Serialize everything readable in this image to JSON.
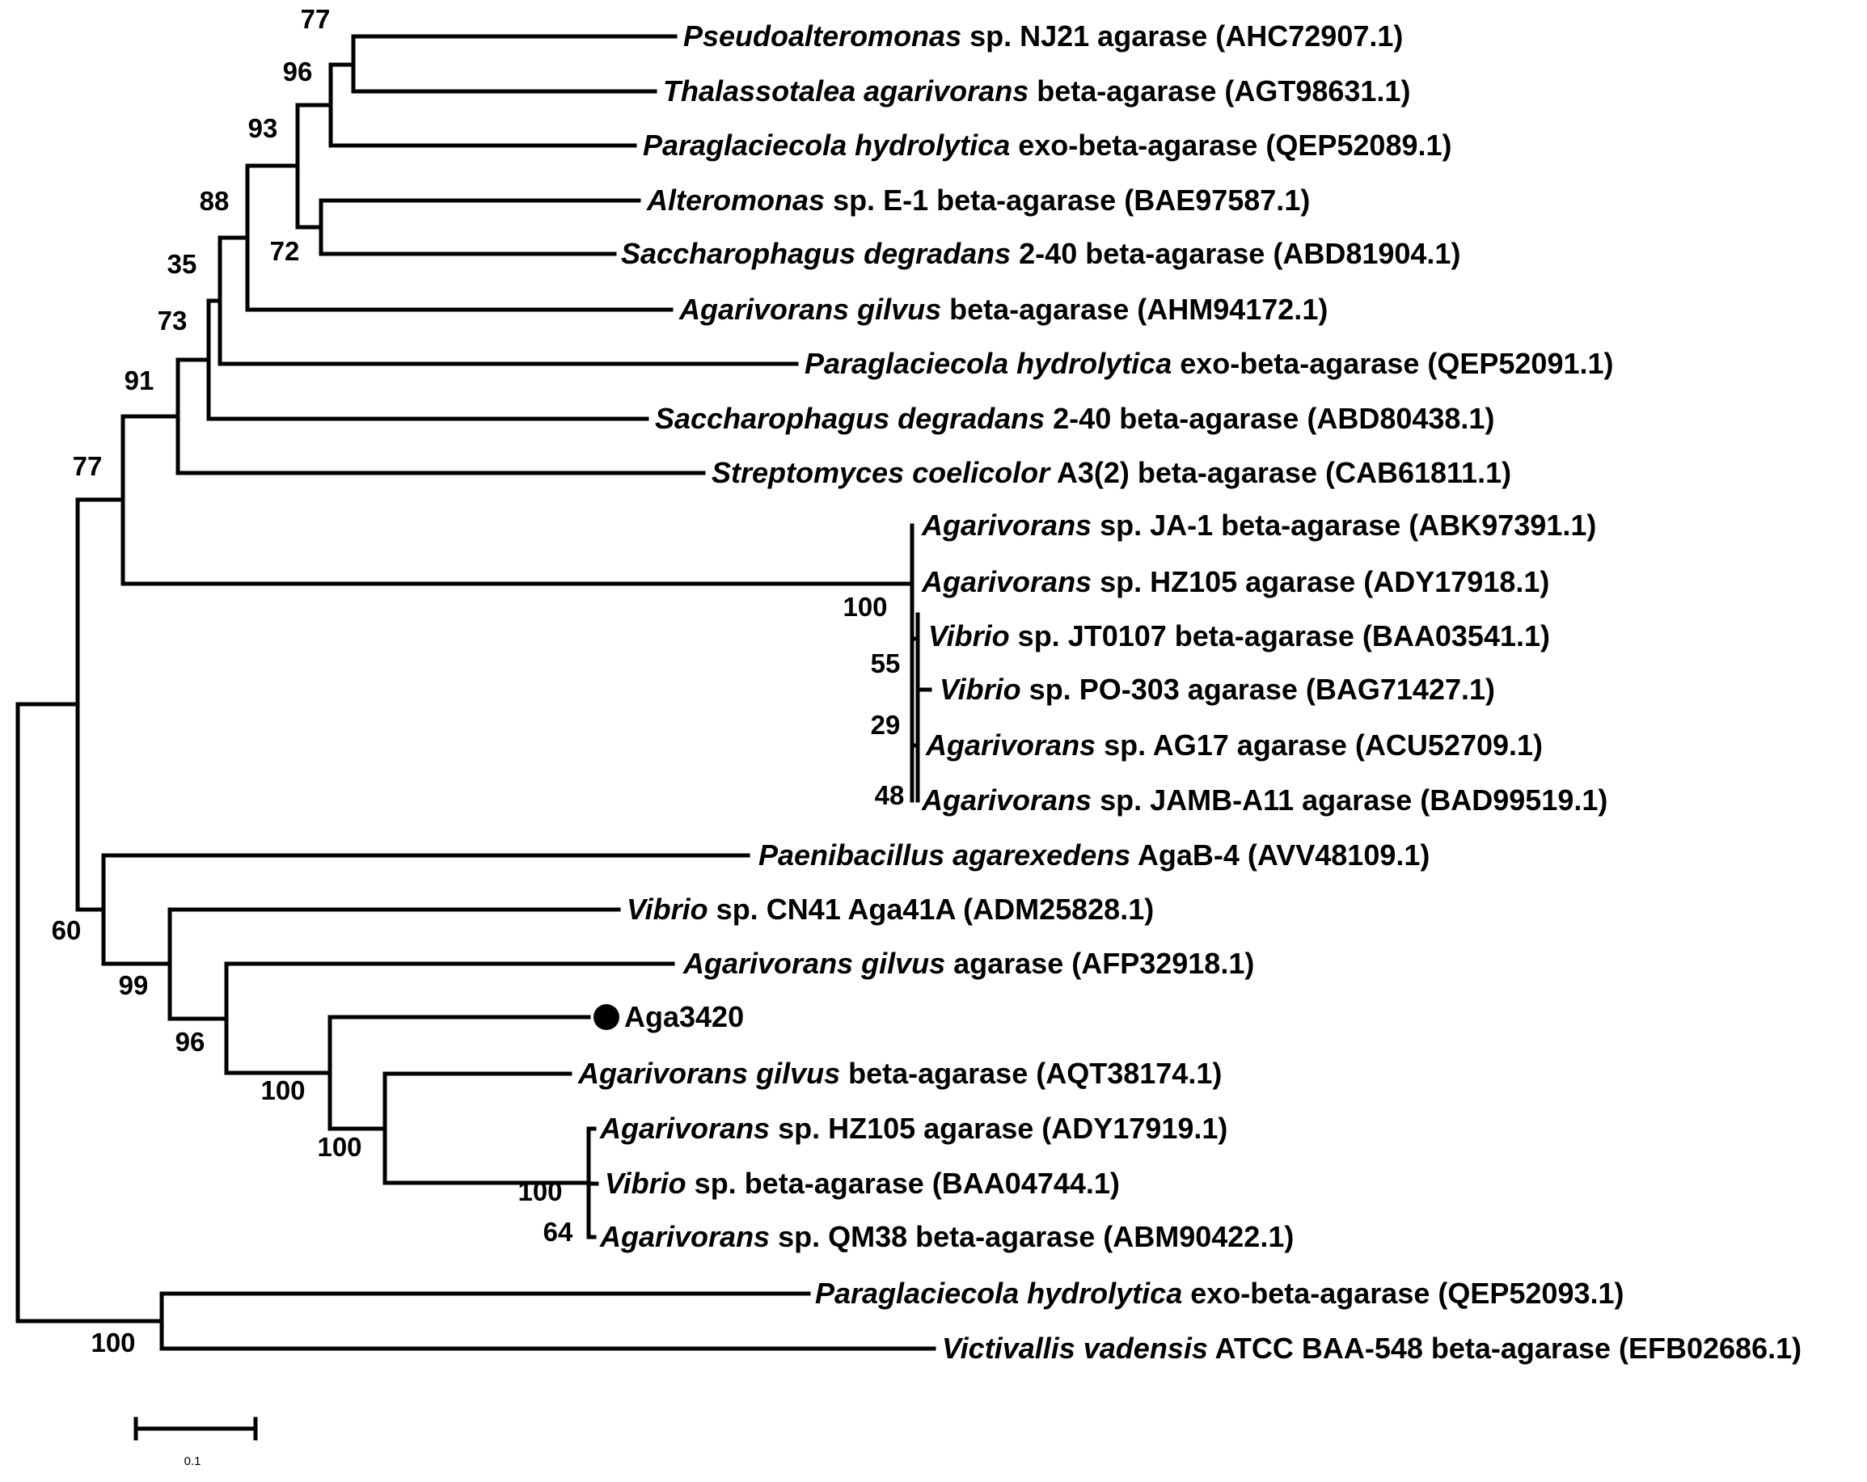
{
  "taxa": [
    {
      "genus": "Pseudoalteromonas",
      "rest": "sp. NJ21 agarase (AHC72907.1)"
    },
    {
      "genus": "Thalassotalea agarivorans",
      "rest": "beta-agarase (AGT98631.1)"
    },
    {
      "genus": "Paraglaciecola hydrolytica",
      "rest": "exo-beta-agarase (QEP52089.1)"
    },
    {
      "genus": "Alteromonas",
      "rest": "sp. E-1 beta-agarase (BAE97587.1)"
    },
    {
      "genus": "Saccharophagus degradans",
      "rest": "2-40 beta-agarase (ABD81904.1)"
    },
    {
      "genus": "Agarivorans gilvus",
      "rest": "beta-agarase (AHM94172.1)"
    },
    {
      "genus": "Paraglaciecola hydrolytica",
      "rest": "exo-beta-agarase (QEP52091.1)"
    },
    {
      "genus": "Saccharophagus degradans",
      "rest": "2-40 beta-agarase (ABD80438.1)"
    },
    {
      "genus": "Streptomyces coelicolor",
      "rest": "A3(2) beta-agarase (CAB61811.1)"
    },
    {
      "genus": "Agarivorans",
      "rest": "sp. JA-1 beta-agarase (ABK97391.1)"
    },
    {
      "genus": "Agarivorans",
      "rest": "sp. HZ105 agarase (ADY17918.1)"
    },
    {
      "genus": "Vibrio",
      "rest": "sp. JT0107 beta-agarase (BAA03541.1)"
    },
    {
      "genus": "Vibrio",
      "rest": "sp. PO-303 agarase (BAG71427.1)"
    },
    {
      "genus": "Agarivorans",
      "rest": "sp. AG17 agarase (ACU52709.1)"
    },
    {
      "genus": "Agarivorans",
      "rest": "sp. JAMB-A11 agarase (BAD99519.1)"
    },
    {
      "genus": "Paenibacillus agarexedens",
      "rest": "AgaB-4 (AVV48109.1)"
    },
    {
      "genus": "Vibrio",
      "rest": "sp. CN41 Aga41A (ADM25828.1)"
    },
    {
      "genus": "Agarivorans gilvus",
      "rest": "agarase (AFP32918.1)"
    },
    {
      "genus": "",
      "rest": "Aga3420",
      "marker": "filled-circle"
    },
    {
      "genus": "Agarivorans gilvus",
      "rest": "beta-agarase (AQT38174.1)"
    },
    {
      "genus": "Agarivorans",
      "rest": "sp. HZ105 agarase (ADY17919.1)"
    },
    {
      "genus": "Vibrio",
      "rest": "sp. beta-agarase (BAA04744.1)"
    },
    {
      "genus": "Agarivorans",
      "rest": "sp. QM38 beta-agarase (ABM90422.1)"
    },
    {
      "genus": "Paraglaciecola hydrolytica",
      "rest": "exo-beta-agarase (QEP52093.1)"
    },
    {
      "genus": "Victivallis vadensis",
      "rest": "ATCC BAA-548 beta-agarase (EFB02686.1)"
    }
  ],
  "bootstrap": [
    "77",
    "96",
    "93",
    "88",
    "72",
    "35",
    "73",
    "91",
    "77",
    "100",
    "55",
    "29",
    "48",
    "60",
    "99",
    "96",
    "100",
    "100",
    "100",
    "64",
    "100"
  ],
  "scale_bar": {
    "label": "0.1"
  }
}
